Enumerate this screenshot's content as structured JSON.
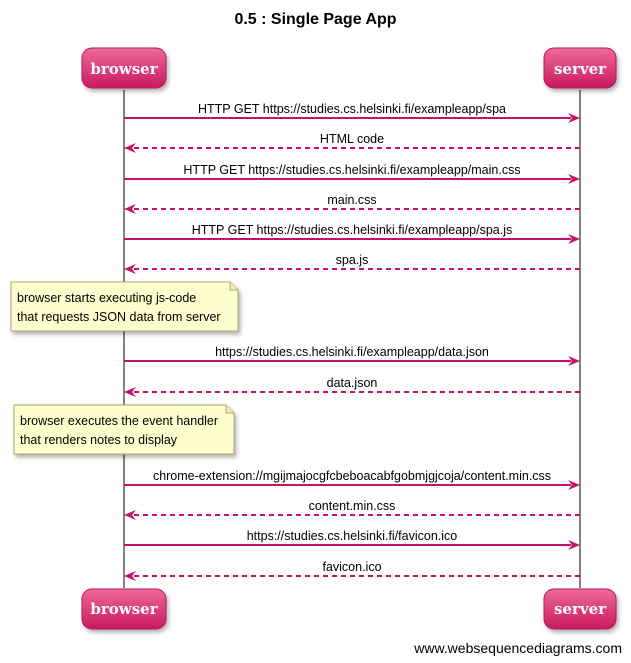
{
  "title": "0.5 : Single Page App",
  "actors": {
    "left": "browser",
    "right": "server"
  },
  "messages": [
    {
      "label": "HTTP GET https://studies.cs.helsinki.fi/exampleapp/spa",
      "direction": "to-server",
      "style": "solid"
    },
    {
      "label": "HTML code",
      "direction": "to-browser",
      "style": "dashed"
    },
    {
      "label": "HTTP GET https://studies.cs.helsinki.fi/exampleapp/main.css",
      "direction": "to-server",
      "style": "solid"
    },
    {
      "label": "main.css",
      "direction": "to-browser",
      "style": "dashed"
    },
    {
      "label": "HTTP GET https://studies.cs.helsinki.fi/exampleapp/spa.js",
      "direction": "to-server",
      "style": "solid"
    },
    {
      "label": "spa.js",
      "direction": "to-browser",
      "style": "dashed"
    },
    {
      "label": "https://studies.cs.helsinki.fi/exampleapp/data.json",
      "direction": "to-server",
      "style": "solid"
    },
    {
      "label": "data.json",
      "direction": "to-browser",
      "style": "dashed"
    },
    {
      "label": "chrome-extension://mgijmajocgfcbeboacabfgobmjgjcoja/content.min.css",
      "direction": "to-server",
      "style": "solid"
    },
    {
      "label": "content.min.css",
      "direction": "to-browser",
      "style": "dashed"
    },
    {
      "label": "https://studies.cs.helsinki.fi/favicon.ico",
      "direction": "to-server",
      "style": "solid"
    },
    {
      "label": "favicon.ico",
      "direction": "to-browser",
      "style": "dashed"
    }
  ],
  "notes": [
    {
      "lines": [
        "browser starts executing js-code",
        "that requests JSON data from server"
      ]
    },
    {
      "lines": [
        "browser executes the event handler",
        "that renders notes to display"
      ]
    }
  ],
  "watermark": "www.websequencediagrams.com",
  "colors": {
    "arrow": "#c8106a",
    "actor_fill_top": "#e8598f",
    "actor_fill_bottom": "#cf1f62",
    "note_fill": "#fefece",
    "note_stroke": "#b8b87a",
    "lifeline": "#000000"
  }
}
